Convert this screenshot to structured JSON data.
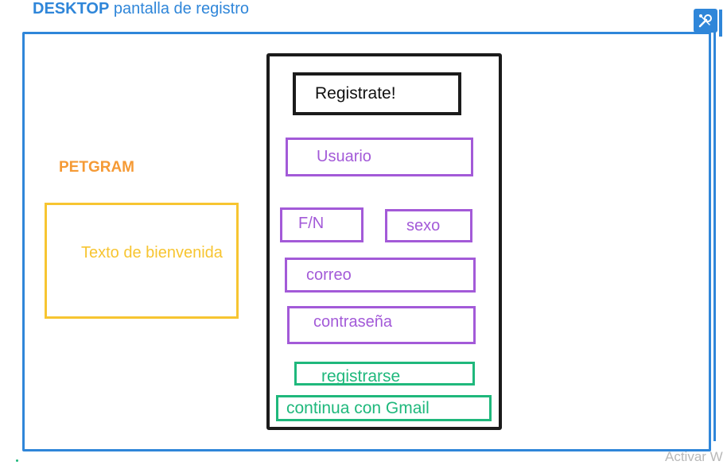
{
  "header": {
    "title_bold": "DESKTOP",
    "title_rest": " pantalla de registro"
  },
  "left": {
    "brand": "PETGRAM",
    "welcome_text": "Texto de bienvenida"
  },
  "form": {
    "heading": "Registrate!",
    "fields": {
      "usuario": "Usuario",
      "fn": "F/N",
      "sexo": "sexo",
      "correo": "correo",
      "contrasena": "contraseña"
    },
    "buttons": {
      "register": "registrarse",
      "gmail": "continua con Gmail"
    }
  },
  "watermark": "Activar W",
  "colors": {
    "frame": "#2f86d9",
    "brand": "#f59a35",
    "welcome": "#f7c531",
    "field": "#a35ad8",
    "button": "#1fb87c"
  },
  "icons": {
    "toolbar": "tools-icon"
  }
}
